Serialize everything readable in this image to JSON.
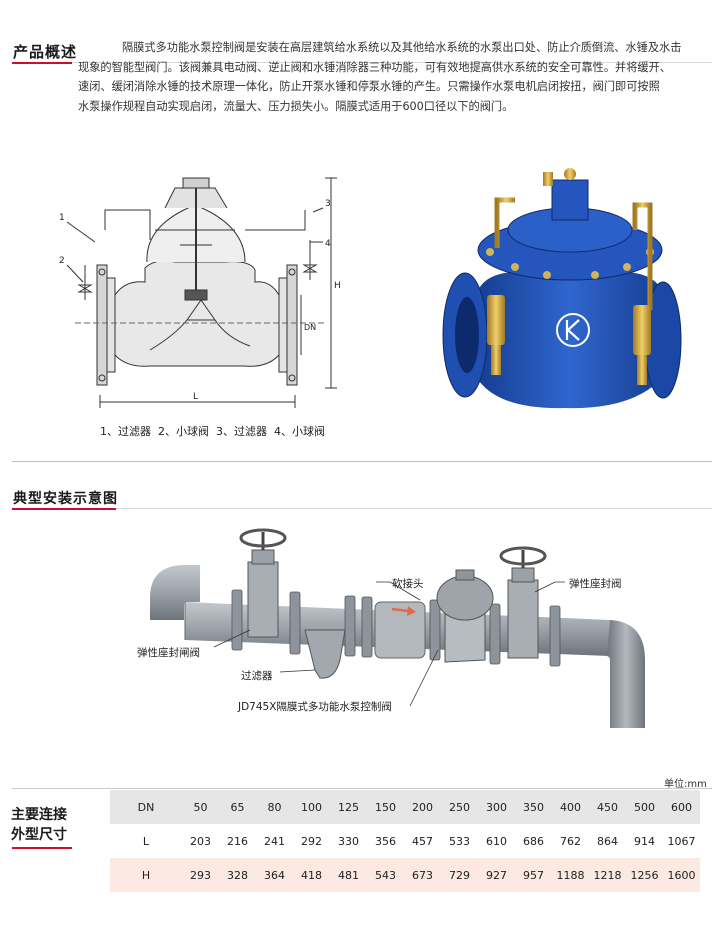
{
  "overview": {
    "title": "产品概述",
    "lines": [
      "隔膜式多功能水泵控制阀是安装在高层建筑给水系统以及其他给水系统的水泵出口处、防止介质倒流、水锤及水击",
      "现象的智能型阀门。该阀兼具电动阀、逆止阀和水锤消除器三种功能，可有效地提高供水系统的安全可靠性。并将缓开、",
      "速闭、缓闭消除水锤的技术原理一体化，防止开泵水锤和停泵水锤的产生。只需操作水泵电机启闭按扭，阀门即可按照",
      "水泵操作规程自动实现启闭，流量大、压力损失小。隔膜式适用于600口径以下的阀门。"
    ]
  },
  "diagram": {
    "caption": "1、过滤器  2、小球阀  3、过滤器  4、小球阀",
    "callouts": [
      "1",
      "2",
      "3",
      "4"
    ],
    "dims": {
      "H": "H",
      "L": "L",
      "DN": "DN"
    }
  },
  "install": {
    "title": "典型安装示意图",
    "labels": {
      "soft_joint": "软接头",
      "gate_right": "弹性座封阀",
      "gate_left": "弹性座封闸阀",
      "strainer": "过滤器",
      "control_valve": "JD745X隔膜式多功能水泵控制阀"
    }
  },
  "dimensions": {
    "title_line1": "主要连接",
    "title_line2": "外型尺寸",
    "unit": "单位:mm",
    "rows": [
      {
        "label": "DN",
        "values": [
          "50",
          "65",
          "80",
          "100",
          "125",
          "150",
          "200",
          "250",
          "300",
          "350",
          "400",
          "450",
          "500",
          "600"
        ]
      },
      {
        "label": "L",
        "values": [
          "203",
          "216",
          "241",
          "292",
          "330",
          "356",
          "457",
          "533",
          "610",
          "686",
          "762",
          "864",
          "914",
          "1067"
        ]
      },
      {
        "label": "H",
        "values": [
          "293",
          "328",
          "364",
          "418",
          "481",
          "543",
          "673",
          "729",
          "927",
          "957",
          "1188",
          "1218",
          "1256",
          "1600"
        ]
      }
    ]
  },
  "colors": {
    "accent": "#c8102e",
    "valve_blue": "#1f4fb0",
    "pipe_gray": "#9aa1a8"
  }
}
